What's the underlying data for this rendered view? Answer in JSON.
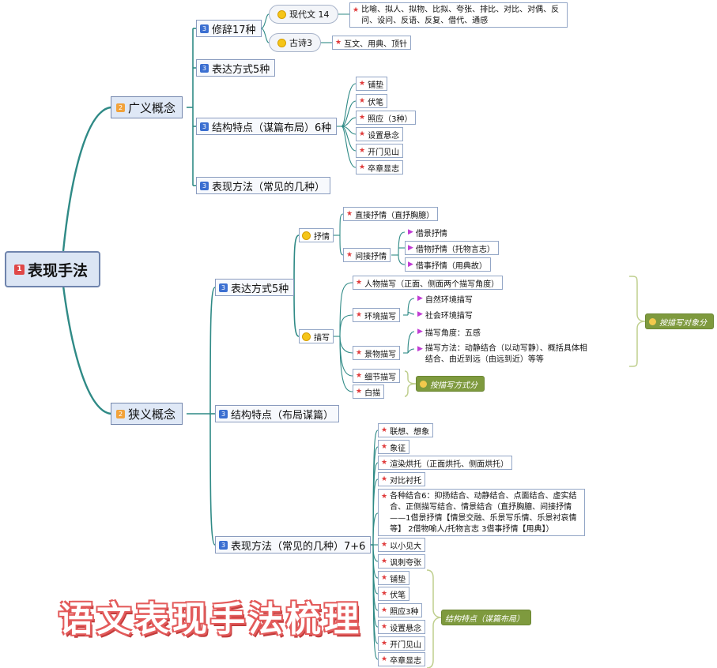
{
  "root": {
    "num": "1",
    "label": "表现手法"
  },
  "broad": {
    "num": "2",
    "label": "广义概念",
    "rhetoric": {
      "num": "3",
      "label": "修辞17种",
      "modern": {
        "label": "现代文 14",
        "items": "比喻、拟人、拟物、比拟、夸张、排比、对比、对偶、反问、设问、反语、反复、借代、通感"
      },
      "ancient": {
        "label": "古诗3",
        "items": "互文、用典、顶针"
      }
    },
    "expression": {
      "num": "3",
      "label": "表达方式5种"
    },
    "structure": {
      "num": "3",
      "label": "结构特点（谋篇布局）6种",
      "items": [
        "铺垫",
        "伏笔",
        "照应（3种）",
        "设置悬念",
        "开门见山",
        "卒章显志"
      ]
    },
    "methods": {
      "num": "3",
      "label": "表现方法（常见的几种）"
    }
  },
  "narrow": {
    "num": "2",
    "label": "狭义概念",
    "expression": {
      "num": "3",
      "label": "表达方式5种",
      "lyric": {
        "label": "抒情",
        "direct": "直接抒情（直抒胸臆）",
        "indirect": {
          "label": "间接抒情",
          "items": [
            "借景抒情",
            "借物抒情（托物言志）",
            "借事抒情（用典故）"
          ]
        }
      },
      "describe": {
        "label": "描写",
        "person": "人物描写（正面、侧面两个描写角度）",
        "env": {
          "label": "环境描写",
          "items": [
            "自然环境描写",
            "社会环境描写"
          ]
        },
        "scene": {
          "label": "景物描写",
          "angle": "描写角度：五感",
          "method": "描写方法：动静结合（以动写静）、概括具体相结合、由近到远（由远到近）等等"
        },
        "detail": "细节描写",
        "sketch": "白描",
        "by_object": "按描写对象分",
        "by_method": "按描写方式分"
      }
    },
    "structure": {
      "num": "3",
      "label": "结构特点（布局谋篇）"
    },
    "methods": {
      "num": "3",
      "label": "表现方法（常见的几种）7+6",
      "items": [
        "联想、想象",
        "象征",
        "渲染烘托（正面烘托、侧面烘托）",
        "对比衬托"
      ],
      "combo": "各种结合6：抑扬结合、动静结合、点面结合、虚实结合、正侧描写结合、情景结合（直抒胸臆、间接抒情——1借景抒情【情景交融、乐景写乐情、乐景衬哀情等】 2借物喻人/托物言志 3借事抒情【用典】）",
      "items2": [
        "以小见大",
        "讽刺夸张"
      ],
      "structure_items": [
        "铺垫",
        "伏笔",
        "照应3种",
        "设置悬念",
        "开门见山",
        "卒章显志"
      ],
      "structure_tag": "结构特点（谋篇布局）"
    }
  },
  "watermark": "语文表现手法梳理"
}
